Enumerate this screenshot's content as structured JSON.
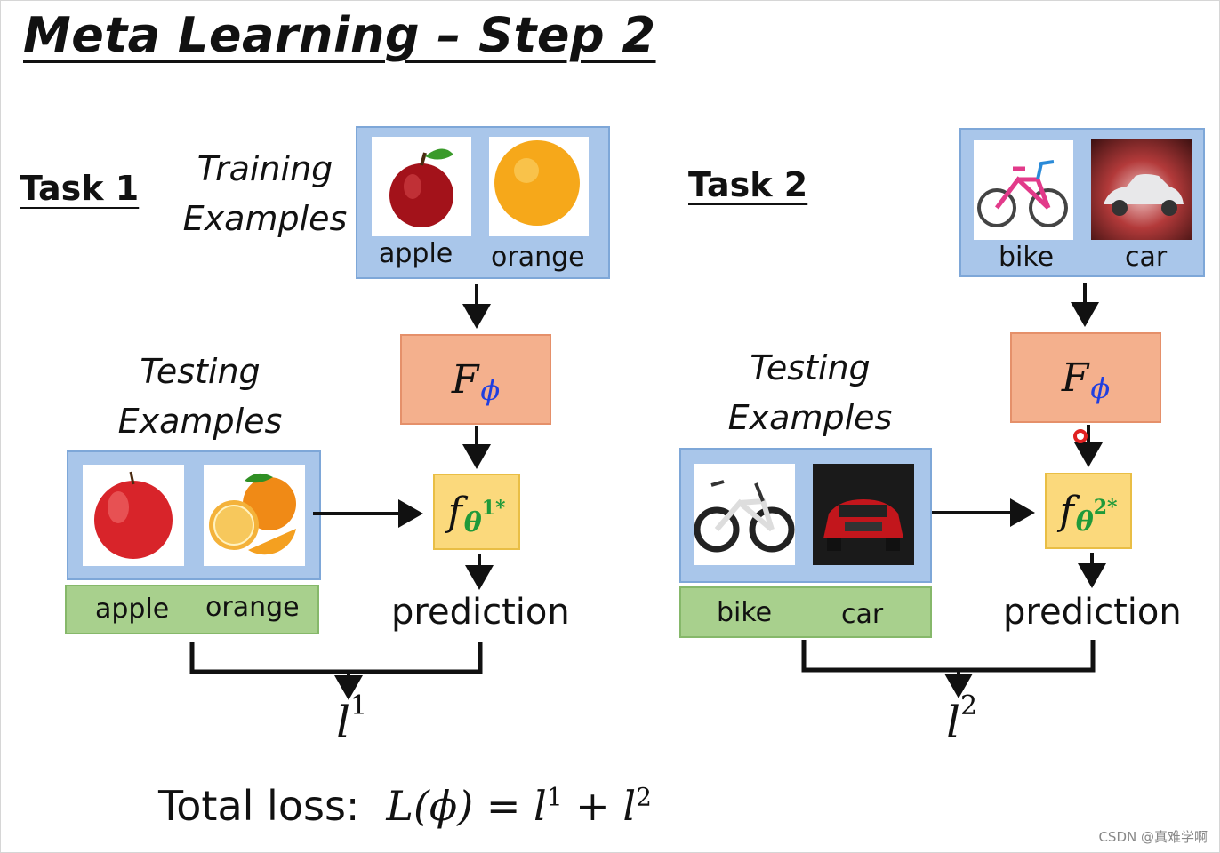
{
  "title": "Meta Learning – Step 2",
  "task1": {
    "label": "Task 1",
    "training_caption_line1": "Training",
    "training_caption_line2": "Examples",
    "training_labels": [
      "apple",
      "orange"
    ],
    "learner": "F",
    "learner_sub": "ϕ",
    "testing_caption_line1": "Testing",
    "testing_caption_line2": "Examples",
    "testing_labels": [
      "apple",
      "orange"
    ],
    "model": "f",
    "model_sub": "θ",
    "model_sup": "1*",
    "prediction": "prediction",
    "loss": "l",
    "loss_sup": "1"
  },
  "task2": {
    "label": "Task 2",
    "training_labels": [
      "bike",
      "car"
    ],
    "learner": "F",
    "learner_sub": "ϕ",
    "testing_caption_line1": "Testing",
    "testing_caption_line2": "Examples",
    "testing_labels": [
      "bike",
      "car"
    ],
    "model": "f",
    "model_sub": "θ",
    "model_sup": "2*",
    "prediction": "prediction",
    "loss": "l",
    "loss_sup": "2"
  },
  "total_loss": {
    "label": "Total loss:",
    "lhs": "L(ϕ) =",
    "l": "l",
    "sup1": "1",
    "plus": " + ",
    "sup2": "2"
  },
  "watermark": "CSDN @真难学啊",
  "colors": {
    "blue_box": "#a9c6ea",
    "orange_box": "#f4b08d",
    "yellow_box": "#fbd97c",
    "green_box": "#a8d08d",
    "phi": "#1f3fe0",
    "theta": "#1f9a3a"
  }
}
